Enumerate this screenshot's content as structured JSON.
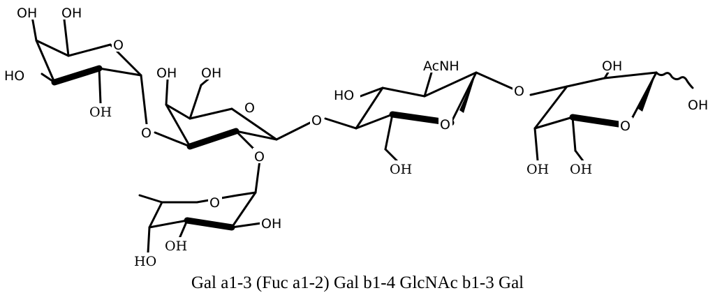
{
  "caption": "Gal a1-3 (Fuc a1-2) Gal b1-4 GlcNAc b1-3 Gal",
  "labels": {
    "oh": "OH",
    "ho": "HO",
    "o": "O",
    "acnh": "AcNH"
  }
}
